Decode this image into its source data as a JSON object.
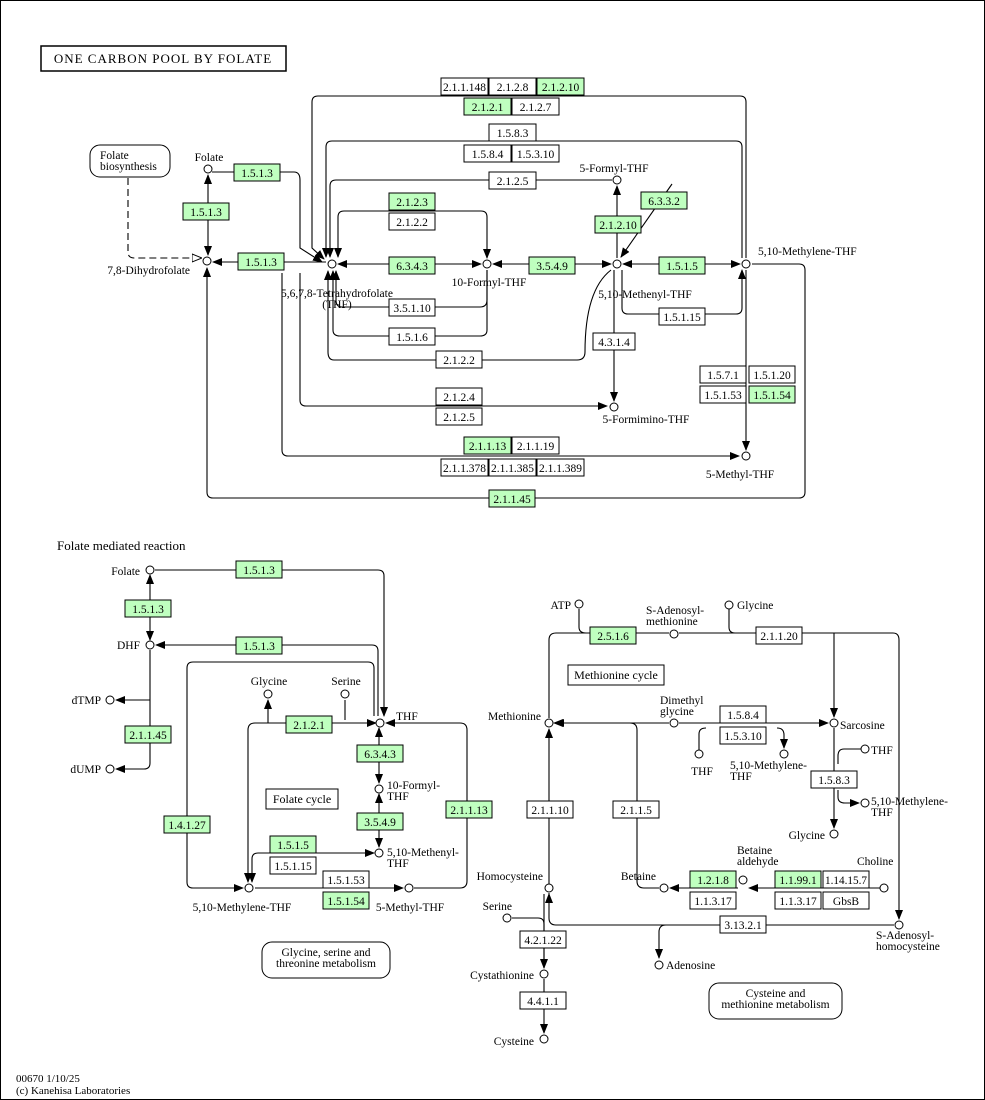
{
  "title": "ONE CARBON POOL BY FOLATE",
  "section_label": "Folate mediated reaction",
  "footer": {
    "map_id": "00670 1/10/25",
    "copyright": "(c) Kanehisa Laboratories"
  },
  "colors": {
    "highlight": "#bfffbf",
    "normal": "#ffffff",
    "line": "#000000"
  },
  "maps": [
    {
      "label": [
        "Folate",
        "biosynthesis"
      ]
    },
    {
      "label": [
        "Glycine, serine and",
        "threonine metabolism"
      ]
    },
    {
      "label": [
        "Cysteine and",
        "methionine metabolism"
      ]
    }
  ],
  "cycle_labels": [
    "Methionine cycle",
    "Folate cycle"
  ],
  "enzymes": [
    {
      "label": "2.1.1.148",
      "highlighted": false
    },
    {
      "label": "2.1.2.8",
      "highlighted": false
    },
    {
      "label": "2.1.2.10",
      "highlighted": true
    },
    {
      "label": "2.1.2.1",
      "highlighted": true
    },
    {
      "label": "2.1.2.7",
      "highlighted": false
    },
    {
      "label": "1.5.8.3",
      "highlighted": false
    },
    {
      "label": "1.5.8.4",
      "highlighted": false
    },
    {
      "label": "1.5.3.10",
      "highlighted": false
    },
    {
      "label": "1.5.1.3",
      "highlighted": true
    },
    {
      "label": "1.5.1.3",
      "highlighted": true
    },
    {
      "label": "1.5.1.3",
      "highlighted": true
    },
    {
      "label": "2.1.2.5",
      "highlighted": false
    },
    {
      "label": "2.1.2.3",
      "highlighted": true
    },
    {
      "label": "2.1.2.2",
      "highlighted": false
    },
    {
      "label": "6.3.4.3",
      "highlighted": true
    },
    {
      "label": "3.5.4.9",
      "highlighted": true
    },
    {
      "label": "2.1.2.10",
      "highlighted": true
    },
    {
      "label": "6.3.3.2",
      "highlighted": true
    },
    {
      "label": "1.5.1.5",
      "highlighted": true
    },
    {
      "label": "3.5.1.10",
      "highlighted": false
    },
    {
      "label": "1.5.1.6",
      "highlighted": false
    },
    {
      "label": "1.5.1.15",
      "highlighted": false
    },
    {
      "label": "4.3.1.4",
      "highlighted": false
    },
    {
      "label": "2.1.2.2",
      "highlighted": false
    },
    {
      "label": "2.1.2.4",
      "highlighted": false
    },
    {
      "label": "2.1.2.5",
      "highlighted": false
    },
    {
      "label": "1.5.7.1",
      "highlighted": false
    },
    {
      "label": "1.5.1.20",
      "highlighted": false
    },
    {
      "label": "1.5.1.53",
      "highlighted": false
    },
    {
      "label": "1.5.1.54",
      "highlighted": true
    },
    {
      "label": "2.1.1.13",
      "highlighted": true
    },
    {
      "label": "2.1.1.19",
      "highlighted": false
    },
    {
      "label": "2.1.1.378",
      "highlighted": false
    },
    {
      "label": "2.1.1.385",
      "highlighted": false
    },
    {
      "label": "2.1.1.389",
      "highlighted": false
    },
    {
      "label": "2.1.1.45",
      "highlighted": true
    },
    {
      "label": "1.5.1.3",
      "highlighted": true
    },
    {
      "label": "1.5.1.3",
      "highlighted": true
    },
    {
      "label": "1.5.1.3",
      "highlighted": true
    },
    {
      "label": "2.1.2.1",
      "highlighted": true
    },
    {
      "label": "6.3.4.3",
      "highlighted": true
    },
    {
      "label": "2.1.1.45",
      "highlighted": true
    },
    {
      "label": "1.4.1.27",
      "highlighted": true
    },
    {
      "label": "3.5.4.9",
      "highlighted": true
    },
    {
      "label": "1.5.1.5",
      "highlighted": true
    },
    {
      "label": "1.5.1.15",
      "highlighted": false
    },
    {
      "label": "1.5.1.53",
      "highlighted": false
    },
    {
      "label": "1.5.1.54",
      "highlighted": true
    },
    {
      "label": "2.1.1.13",
      "highlighted": true
    },
    {
      "label": "2.5.1.6",
      "highlighted": true
    },
    {
      "label": "2.1.1.20",
      "highlighted": false
    },
    {
      "label": "1.5.8.4",
      "highlighted": false
    },
    {
      "label": "1.5.3.10",
      "highlighted": false
    },
    {
      "label": "1.5.8.3",
      "highlighted": false
    },
    {
      "label": "2.1.1.10",
      "highlighted": false
    },
    {
      "label": "2.1.1.5",
      "highlighted": false
    },
    {
      "label": "1.2.1.8",
      "highlighted": true
    },
    {
      "label": "1.1.3.17",
      "highlighted": false
    },
    {
      "label": "1.1.99.1",
      "highlighted": true
    },
    {
      "label": "1.14.15.7",
      "highlighted": false
    },
    {
      "label": "1.1.3.17",
      "highlighted": false
    },
    {
      "label": "GbsB",
      "highlighted": false
    },
    {
      "label": "3.13.2.1",
      "highlighted": false
    },
    {
      "label": "4.2.1.22",
      "highlighted": false
    },
    {
      "label": "4.4.1.1",
      "highlighted": false
    }
  ],
  "compounds": [
    {
      "label": [
        "Folate"
      ]
    },
    {
      "label": [
        "7,8-Dihydrofolate"
      ]
    },
    {
      "label": [
        "5,6,7,8-Tetrahydrofolate",
        "(THF)"
      ]
    },
    {
      "label": [
        "10-Formyl-THF"
      ]
    },
    {
      "label": [
        "5-Formyl-THF"
      ]
    },
    {
      "label": [
        "5,10-Methenyl-THF"
      ]
    },
    {
      "label": [
        "5,10-Methylene-THF"
      ]
    },
    {
      "label": [
        "5-Formimino-THF"
      ]
    },
    {
      "label": [
        "5-Methyl-THF"
      ]
    },
    {
      "label": [
        "Folate"
      ]
    },
    {
      "label": [
        "DHF"
      ]
    },
    {
      "label": [
        "dTMP"
      ]
    },
    {
      "label": [
        "dUMP"
      ]
    },
    {
      "label": [
        "Glycine"
      ]
    },
    {
      "label": [
        "Serine"
      ]
    },
    {
      "label": [
        "THF"
      ]
    },
    {
      "label": [
        "10-Formyl-",
        "THF"
      ]
    },
    {
      "label": [
        "5,10-Methenyl-",
        "THF"
      ]
    },
    {
      "label": [
        "5,10-Methylene-THF"
      ]
    },
    {
      "label": [
        "5-Methyl-THF"
      ]
    },
    {
      "label": [
        "Methionine"
      ]
    },
    {
      "label": [
        "Homocysteine"
      ]
    },
    {
      "label": [
        "Serine"
      ]
    },
    {
      "label": [
        "Cystathionine"
      ]
    },
    {
      "label": [
        "Cysteine"
      ]
    },
    {
      "label": [
        "ATP"
      ]
    },
    {
      "label": [
        "S-Adenosyl-",
        "methionine"
      ]
    },
    {
      "label": [
        "Glycine"
      ]
    },
    {
      "label": [
        "Dimethyl",
        "glycine"
      ]
    },
    {
      "label": [
        "THF"
      ]
    },
    {
      "label": [
        "5,10-Methylene-",
        "THF"
      ]
    },
    {
      "label": [
        "Sarcosine"
      ]
    },
    {
      "label": [
        "THF"
      ]
    },
    {
      "label": [
        "5,10-Methylene-",
        "THF"
      ]
    },
    {
      "label": [
        "Glycine"
      ]
    },
    {
      "label": [
        "Betaine"
      ]
    },
    {
      "label": [
        "Betaine",
        "aldehyde"
      ]
    },
    {
      "label": [
        "Choline"
      ]
    },
    {
      "label": [
        "S-Adenosyl-",
        "homocysteine"
      ]
    },
    {
      "label": [
        "Adenosine"
      ]
    }
  ]
}
